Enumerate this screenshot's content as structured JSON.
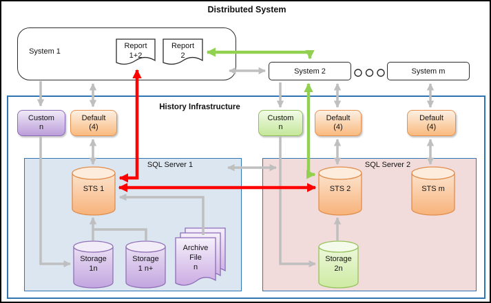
{
  "title": "Distributed System",
  "history": {
    "label": "History Infrastructure"
  },
  "nodes": {
    "system1": {
      "label": "System 1"
    },
    "system2": {
      "label": "System 2"
    },
    "system_m": {
      "label": "System m"
    },
    "report12": {
      "line1": "Report",
      "line2": "1+2"
    },
    "report2": {
      "line1": "Report",
      "line2": "2"
    },
    "custom1": {
      "line1": "Custom",
      "line2": "n"
    },
    "default1": {
      "line1": "Default",
      "line2": "(4)"
    },
    "custom2": {
      "line1": "Custom",
      "line2": "n"
    },
    "default2": {
      "line1": "Default",
      "line2": "(4)"
    },
    "default3": {
      "line1": "Default",
      "line2": "(4)"
    },
    "sql1": {
      "label": "SQL Server 1"
    },
    "sql2": {
      "label": "SQL Server 2"
    },
    "sts1": {
      "label": "STS 1"
    },
    "sts2": {
      "label": "STS 2"
    },
    "sts_m": {
      "label": "STS m"
    },
    "storage1n": {
      "line1": "Storage",
      "line2": "1n"
    },
    "storage1n_plus": {
      "line1": "Storage",
      "line2": "1 n+"
    },
    "storage2n": {
      "line1": "Storage",
      "line2": "2n"
    },
    "archive": {
      "line1": "Archive",
      "line2": "File",
      "line3": "n"
    }
  },
  "colors": {
    "gray_arrow": "#BFBFBF",
    "red_arrow": "#FF0000",
    "green_arrow": "#92D050",
    "region_border": "#2E74B5",
    "sql1_fill": "#DCE6F1",
    "sql2_fill": "#F2DCDB",
    "orange_border": "#E8914E",
    "purple_border": "#8C6BB8",
    "green_border": "#8FBE56"
  }
}
